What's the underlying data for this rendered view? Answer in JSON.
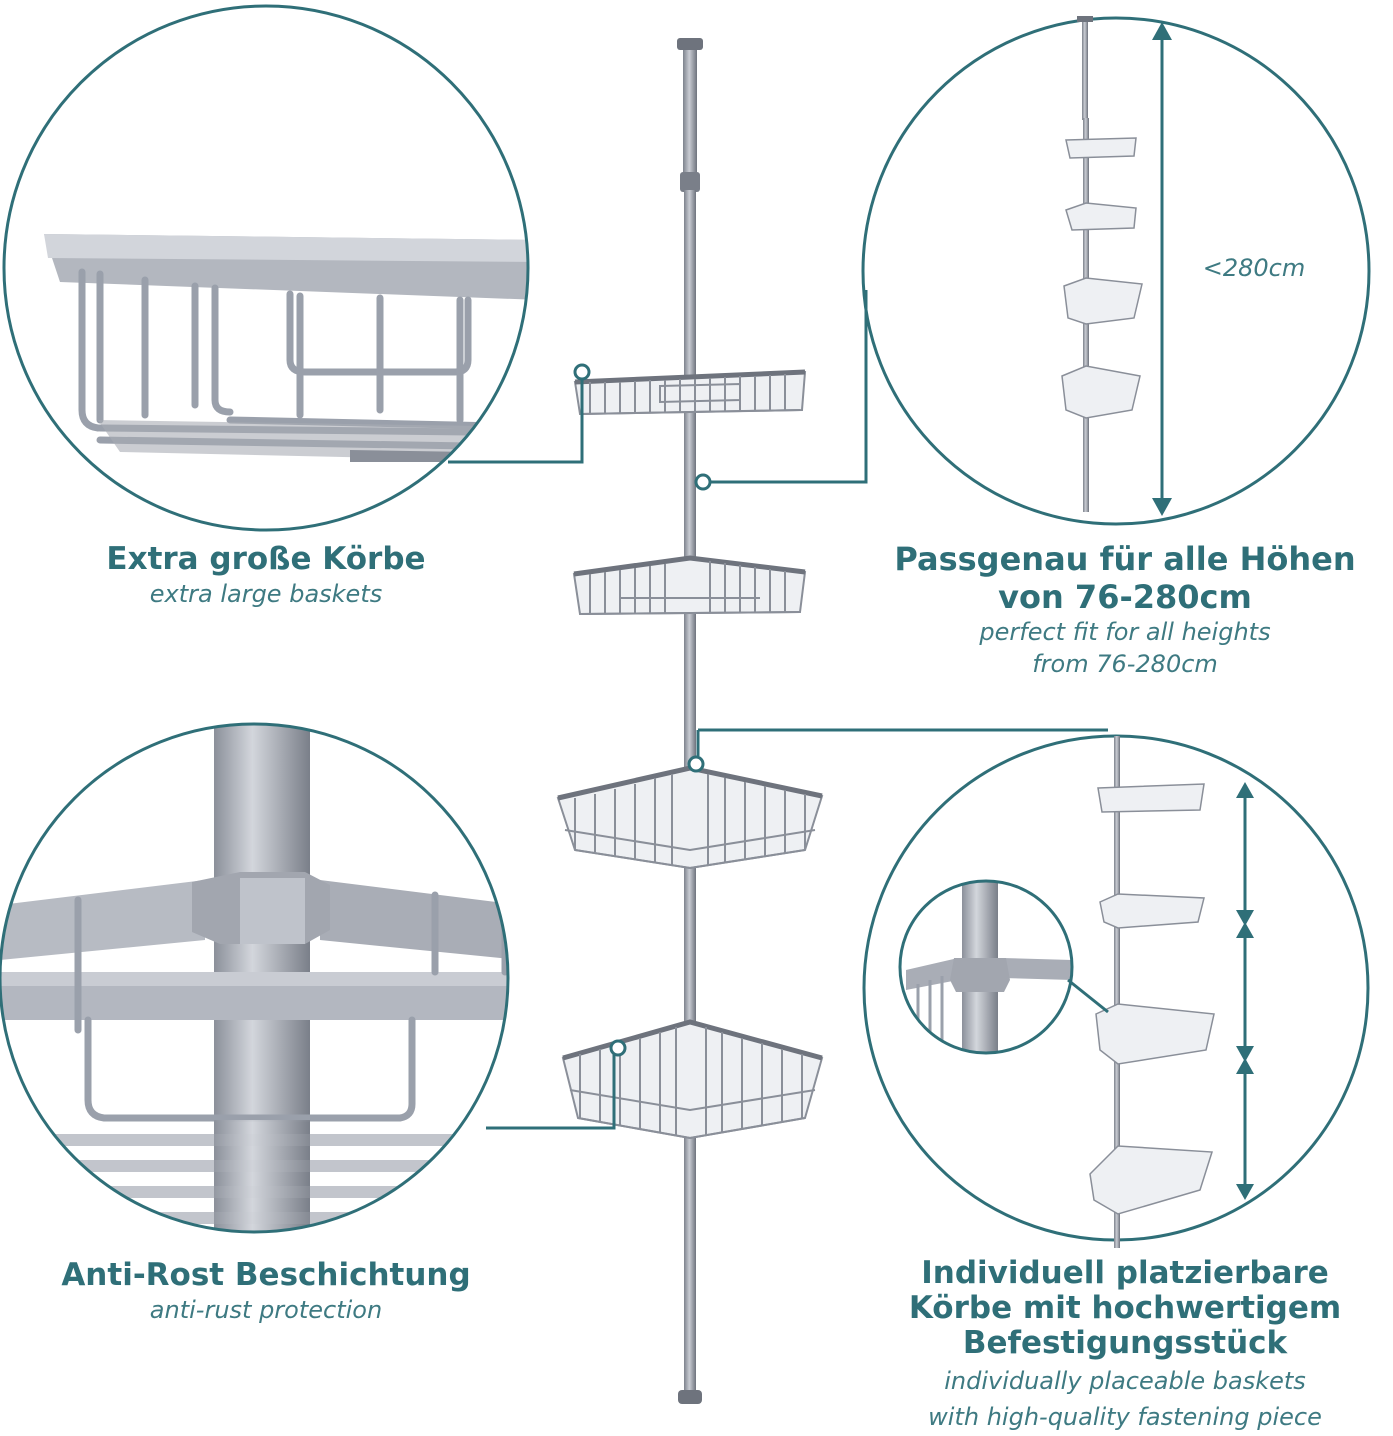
{
  "features": {
    "large_baskets": {
      "title": "Extra große Körbe",
      "subtitle": "extra large baskets"
    },
    "fit_heights": {
      "title_line1": "Passgenau für alle Höhen",
      "title_line2": "von 76-280cm",
      "subtitle_line1": "perfect fit for all heights",
      "subtitle_line2": "from 76-280cm"
    },
    "anti_rust": {
      "title": "Anti-Rost Beschichtung",
      "subtitle": "anti-rust protection"
    },
    "placeable": {
      "title_line1": "Individuell platzierbare",
      "title_line2": "Körbe mit hochwertigem",
      "title_line3": "Befestigungsstück",
      "subtitle_line1": "individually placeable baskets",
      "subtitle_line2": "with high-quality fastening piece"
    }
  },
  "height_label": "<280cm",
  "colors": {
    "accent": "#2f6f78",
    "metal": "#9aa0ab",
    "metal_dark": "#6e737d"
  }
}
